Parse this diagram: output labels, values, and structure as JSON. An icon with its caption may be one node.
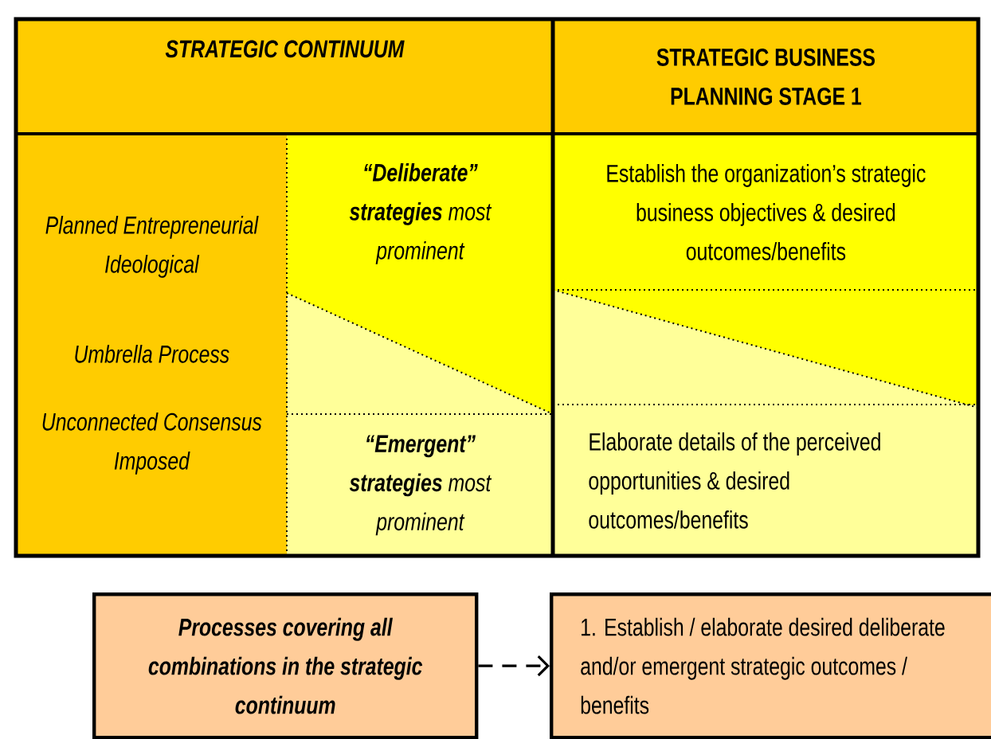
{
  "diagram": {
    "nodes": [
      {
        "text": [
          "STRATEGIC CONTINUUM"
        ]
      },
      {
        "text": [
          "STRATEGIC BUSINESS PLANNING STAGE 1"
        ]
      },
      {
        "text": [
          "Planned Entrepreneurial Ideological",
          "Umbrella Process",
          "Unconnected Consensus Imposed"
        ]
      },
      {
        "text": [
          "**“Deliberate” strategies** most prominent"
        ]
      },
      {
        "text": [
          "**“Emergent” strategies** most prominent"
        ]
      },
      {
        "text": [
          "Establish the organization’s strategic business objectives & desired outcomes/benefits"
        ]
      },
      {
        "text": [
          "Elaborate details of the perceived opportunities & desired outcomes/benefits"
        ]
      },
      {
        "text": [
          "Processes covering all combinations in the strategic continuum"
        ]
      },
      {
        "text": [
          "1. Establish / elaborate desired deliberate and/or emergent strategic outcomes / benefits"
        ]
      }
    ],
    "edges": [
      {
        "from": 7,
        "to": 8,
        "arrow": "to",
        "style": "dashed"
      }
    ]
  }
}
